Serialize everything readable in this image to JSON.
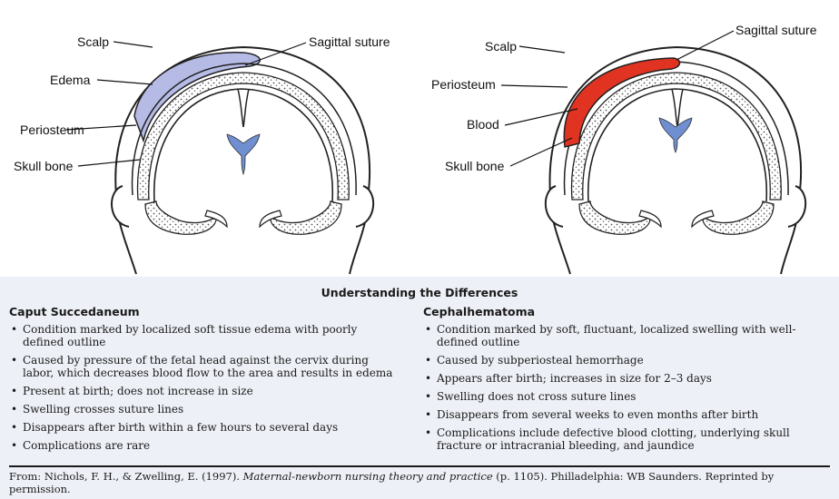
{
  "left_diagram": {
    "labels": {
      "scalp": "Scalp",
      "edema": "Edema",
      "periosteum": "Periosteum",
      "skull_bone": "Skull bone",
      "sagittal_suture": "Sagittal suture"
    },
    "fill_color": "#b6bbe6"
  },
  "right_diagram": {
    "labels": {
      "scalp": "Scalp",
      "periosteum": "Periosteum",
      "blood": "Blood",
      "skull_bone": "Skull bone",
      "sagittal_suture": "Sagittal suture"
    },
    "fill_color": "#e03322"
  },
  "ventricle_color": "#6f8fd0",
  "heading": "Understanding the Differences",
  "caput": {
    "title": "Caput Succedaneum",
    "items": [
      "Condition marked by localized soft tissue edema with poorly defined outline",
      "Caused by pressure of the fetal head against the cervix during labor, which decreases blood flow to the area and results in edema",
      "Present at birth; does not increase in size",
      "Swelling crosses suture lines",
      "Disappears after birth within a few hours to several days",
      "Complications are rare"
    ]
  },
  "cephal": {
    "title": "Cephalhematoma",
    "items": [
      "Condition marked by soft, fluctuant, localized swelling with well-defined outline",
      "Caused by subperiosteal hemorrhage",
      "Appears after birth; increases in size for 2–3 days",
      "Swelling does not cross suture lines",
      "Disappears from several weeks to even months after birth",
      "Complications include defective blood clotting, underlying skull fracture or intracranial bleeding, and jaundice"
    ]
  },
  "source": {
    "prefix": "From: Nichols, F. H., & Zwelling, E. (1997). ",
    "title_italic": "Maternal-newborn nursing theory and practice",
    "suffix": " (p. 1105). Philladelphia: WB Saunders. Reprinted by permission."
  }
}
